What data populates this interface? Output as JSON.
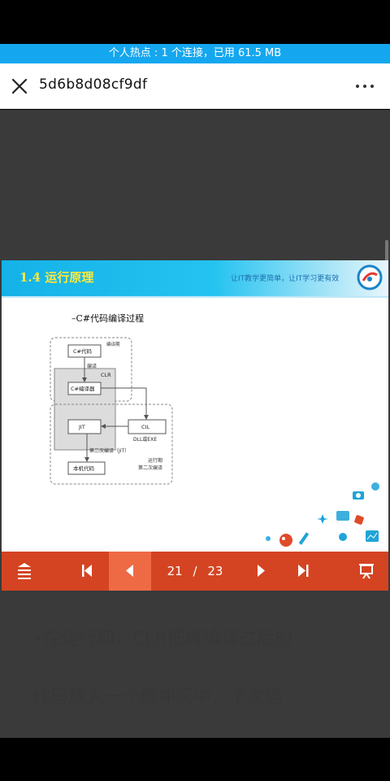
{
  "status": {
    "hotspot": "个人热点 : 1 个连接，已用 61.5 MB"
  },
  "header": {
    "title": "5d6b8d08cf9df"
  },
  "slide": {
    "title": "1.4 运行原理",
    "slogan": "让IT教学更简单，让IT学习更有效",
    "heading": "–C#代码编译过程",
    "diagram": {
      "compile_period": "编译期",
      "source": "C#代码",
      "compile": "编译",
      "clr": "CLR",
      "compiler": "C#编译器",
      "jit": "JIT",
      "cil": "CIL",
      "dll_exe": "DLL或EXE",
      "second_compile": "第二次编译（JIT）",
      "native": "本机代码",
      "run_period": "运行期",
      "second_compile_short": "第二次编译"
    }
  },
  "pager": {
    "current": "21",
    "separator": "/",
    "total": "23"
  },
  "background_text": {
    "line1": "•在运行期，CLR把将编译过后的",
    "line2": "代码放入一个缓冲区中，下次遇"
  },
  "colors": {
    "toolbar": "#d44422",
    "toolbar_active": "#ee6a45",
    "hotspot": "#14a7ef"
  },
  "icons": {
    "close": "close-icon",
    "more": "more-icon",
    "menu": "menu-icon",
    "first": "first-page-icon",
    "prev": "prev-page-icon",
    "next": "next-page-icon",
    "last": "last-page-icon",
    "present": "presentation-icon"
  }
}
